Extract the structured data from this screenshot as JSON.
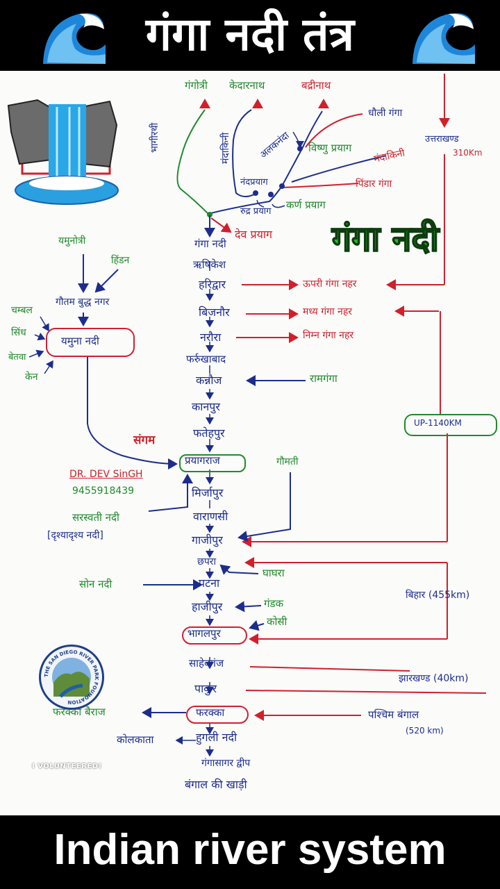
{
  "header": {
    "title": "गंगा नदी तंत्र"
  },
  "footer": {
    "title": "Indian river system"
  },
  "diagram": {
    "big_title": "गंगा नदी",
    "sources": {
      "gangotri": "गंगोत्री",
      "kedarnath": "केदारनाथ",
      "badrinath": "बद्रीनाथ"
    },
    "rivers": {
      "bhagirathi": "भागीरथी",
      "mandakini_left": "मंदाकिनी",
      "alaknanda": "अलकनंदा",
      "dhauli": "धौली गंगा",
      "vishnu": "विष्णु प्रयाग",
      "mandakini_right": "मंदाकिनी",
      "pindar": "पिंडार गंगा",
      "nandprayag": "नंदप्रयाग",
      "karnprayag": "कर्ण प्रयाग",
      "rudraprayag": "रुद्र प्रयाग",
      "devprayag": "देव प्रयाग"
    },
    "uttarakhand": {
      "label": "उत्तराखण्ड",
      "length": "310Km"
    },
    "main_stem": [
      "गंगा नदी",
      "ऋषिकेश",
      "हरिद्वार",
      "बिजनौर",
      "नरौरा",
      "फर्रुखाबाद",
      "कन्नौज",
      "कानपुर",
      "फतेहपुर",
      "प्रयागराज",
      "मिर्जापुर",
      "वाराणसी",
      "गाजीपुर",
      "छपरा",
      "पटना",
      "हाजीपुर",
      "भागलपुर",
      "साहेबगंज",
      "पाकुर",
      "फरक्का",
      "हुगली नदी",
      "गंगासागर द्वीप",
      "बंगाल की खाड़ी"
    ],
    "canals": {
      "upper": "ऊपरी गंगा नहर",
      "middle": "मध्य गंगा नहर",
      "lower": "निम्न गंगा नहर"
    },
    "tributaries": {
      "ramganga": "रामगंगा",
      "gomti": "गौमती",
      "ghaghra": "घाघरा",
      "gandak": "गंडक",
      "kosi": "कोसी",
      "son": "सोन नदी"
    },
    "yamuna": {
      "yamunotri": "यमुनोत्री",
      "tons": "हिंडन",
      "gbnagar": "गौतम बुद्ध नगर",
      "name": "यमुना नदी",
      "chambal": "चम्बल",
      "sindh": "सिंध",
      "betwa": "बेतवा",
      "ken": "केन"
    },
    "sangam": "संगम",
    "author": {
      "name": "DR. DEV SinGH",
      "phone": "9455918439"
    },
    "saraswati": {
      "name": "सरस्वती नदी",
      "note": "[दृश्यादृश्य नदी]"
    },
    "states": {
      "up": "UP-1140KM",
      "bihar": "बिहार (455km)",
      "jharkhand": "झारखण्ड (40km)",
      "wb": "पश्चिम बंगाल",
      "wb_len": "(520 km)"
    },
    "farakka_barrage": "फरक्का बैराज",
    "kolkata": "कोलकाता",
    "logo": {
      "ring_text": "THE SAN DIEGO RIVER PARK FOUNDATION",
      "caption": "I VOLUNTEERED!"
    },
    "colors": {
      "navy": "#1c2d8c",
      "green": "#1f8a2a",
      "red": "#d0202b",
      "paper": "#fbfbfa"
    },
    "icons": [
      "wave-emoji-icon",
      "waterfall-icon",
      "mountain-peak-icon",
      "volunteer-logo"
    ]
  }
}
